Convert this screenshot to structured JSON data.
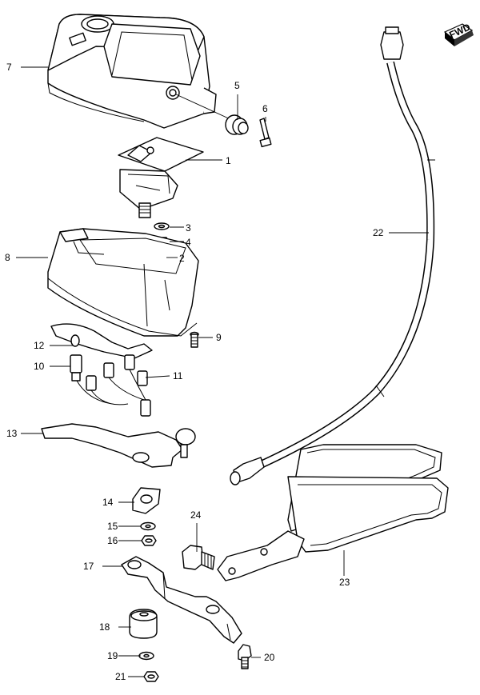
{
  "badge": {
    "label": "FWD"
  },
  "callouts": [
    {
      "id": "7",
      "label": "7"
    },
    {
      "id": "5",
      "label": "5"
    },
    {
      "id": "6",
      "label": "6"
    },
    {
      "id": "1",
      "label": "1"
    },
    {
      "id": "3",
      "label": "3"
    },
    {
      "id": "4",
      "label": "4"
    },
    {
      "id": "2",
      "label": "2"
    },
    {
      "id": "8",
      "label": "8"
    },
    {
      "id": "9",
      "label": "9"
    },
    {
      "id": "12",
      "label": "12"
    },
    {
      "id": "10",
      "label": "10"
    },
    {
      "id": "11",
      "label": "11"
    },
    {
      "id": "13",
      "label": "13"
    },
    {
      "id": "14",
      "label": "14"
    },
    {
      "id": "15",
      "label": "15"
    },
    {
      "id": "16",
      "label": "16"
    },
    {
      "id": "17",
      "label": "17"
    },
    {
      "id": "18",
      "label": "18"
    },
    {
      "id": "19",
      "label": "19"
    },
    {
      "id": "21",
      "label": "21"
    },
    {
      "id": "24",
      "label": "24"
    },
    {
      "id": "20",
      "label": "20"
    },
    {
      "id": "22",
      "label": "22"
    },
    {
      "id": "23",
      "label": "23"
    }
  ]
}
